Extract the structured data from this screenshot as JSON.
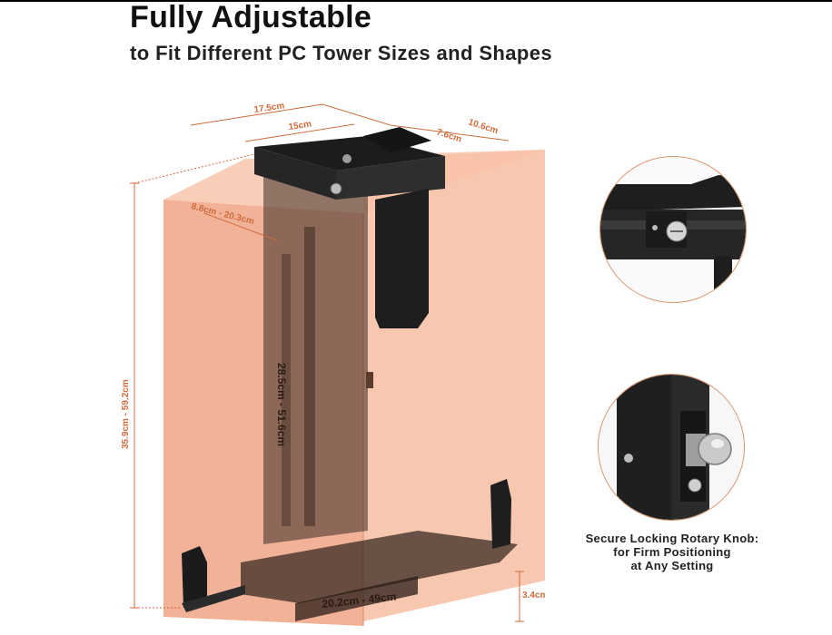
{
  "headline": {
    "title": "Fully Adjustable",
    "subtitle": "to Fit Different PC Tower Sizes and Shapes"
  },
  "dimensions": {
    "top_outer_width": "17.5cm",
    "top_inner_width": "15cm",
    "top_depth": "7.6cm",
    "top_depth_outer": "10.6cm",
    "tower_width_range": "8.8cm - 20.3cm",
    "overall_height": "35.9cm - 59.2cm",
    "inner_height": "28.5cm - 51.6cm",
    "base_length": "20.2cm - 49cm",
    "base_lip": "3.4cm"
  },
  "caption": {
    "line1": "Secure Locking Rotary Knob:",
    "line2": "for Firm Positioning",
    "line3": "at Any Setting"
  },
  "colors": {
    "accent": "#d06b3a",
    "tower_fill": "#f0a98a",
    "bracket": "#1c1c1c"
  }
}
